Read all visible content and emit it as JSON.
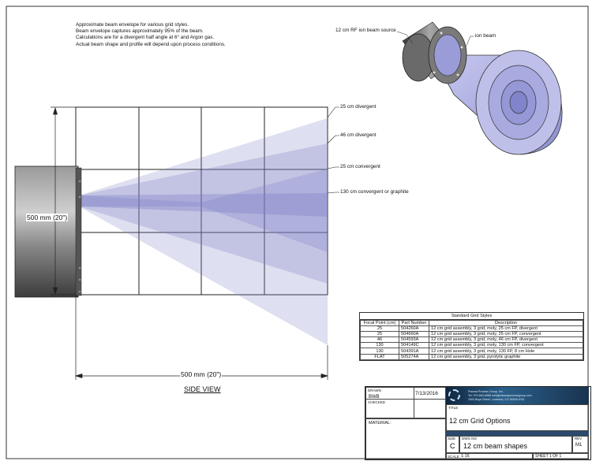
{
  "notes": [
    "Approximate beam envelope for various grid styles.",
    "Beam envelope captures approximately 95% of the beam.",
    "Calculations are for a divergent half angle at 6° and Argon gas.",
    "Actual beam shape and profile will depend upon process conditions."
  ],
  "labels": {
    "source": "12 cm RF ion beam source",
    "ion_beam": "ion beam",
    "div25": "25 cm divergent",
    "div46": "46 cm divergent",
    "conv25": "25 cm convergent",
    "conv130": "130 cm convergent or graphite",
    "dim_vertical": "500 mm (20\")",
    "dim_horizontal": "500 mm (20\")",
    "side_view": "SIDE VIEW"
  },
  "grid_table": {
    "caption": "Standard Grid Styles",
    "headers": [
      "Focal Point (cm)",
      "Part Number",
      "Description"
    ],
    "rows": [
      [
        "25",
        "504260A",
        "12 cm grid assembly, 3 grid, moly, 25 cm FP, divergent"
      ],
      [
        "25",
        "504660A",
        "12 cm grid assembly, 3 grid, moly, 25 cm FP, convergent"
      ],
      [
        "46",
        "504593A",
        "12 cm grid assembly, 3 grid, moly, 46 cm FP, divergent"
      ],
      [
        "130",
        "504149C",
        "12 cm grid assembly, 3 grid, moly, 130 cm FP, convergent"
      ],
      [
        "130",
        "504391A",
        "12 cm grid assembly, 3 grid, moly, 130 FP, 8 cm Hole"
      ],
      [
        "FLAT",
        "505274A",
        "12 cm grid assembly, 3 grid, pyrolytic graphite"
      ]
    ]
  },
  "title_block": {
    "drawn_label": "DRAWN",
    "drawn_by": "BWB",
    "drawn_date": "7/13/2016",
    "checked_label": "CHECKED",
    "title_label": "TITLE",
    "title": "12 cm Grid Options",
    "material_label": "MATERIAL:",
    "size_label": "SIZE",
    "size": "C",
    "dwg_label": "DWG NO",
    "dwg_no": "12 cm beam shapes",
    "rev_label": "REV",
    "rev": "M1",
    "scale_label": "SCALE",
    "scale": "1:16",
    "sheet": "SHEET 1 OF 1",
    "company_line1": "Plasma Process Group, Inc.",
    "company_line2": "Tel: 970-663-6988   info@plasmaprocessgroup.com",
    "company_line3": "1500 Boyd Street, Loveland, CO 80538 USA"
  },
  "colors": {
    "beam": "#7d7fc4",
    "source_body": "#6e6e6e",
    "line": "#1a1a1a"
  }
}
